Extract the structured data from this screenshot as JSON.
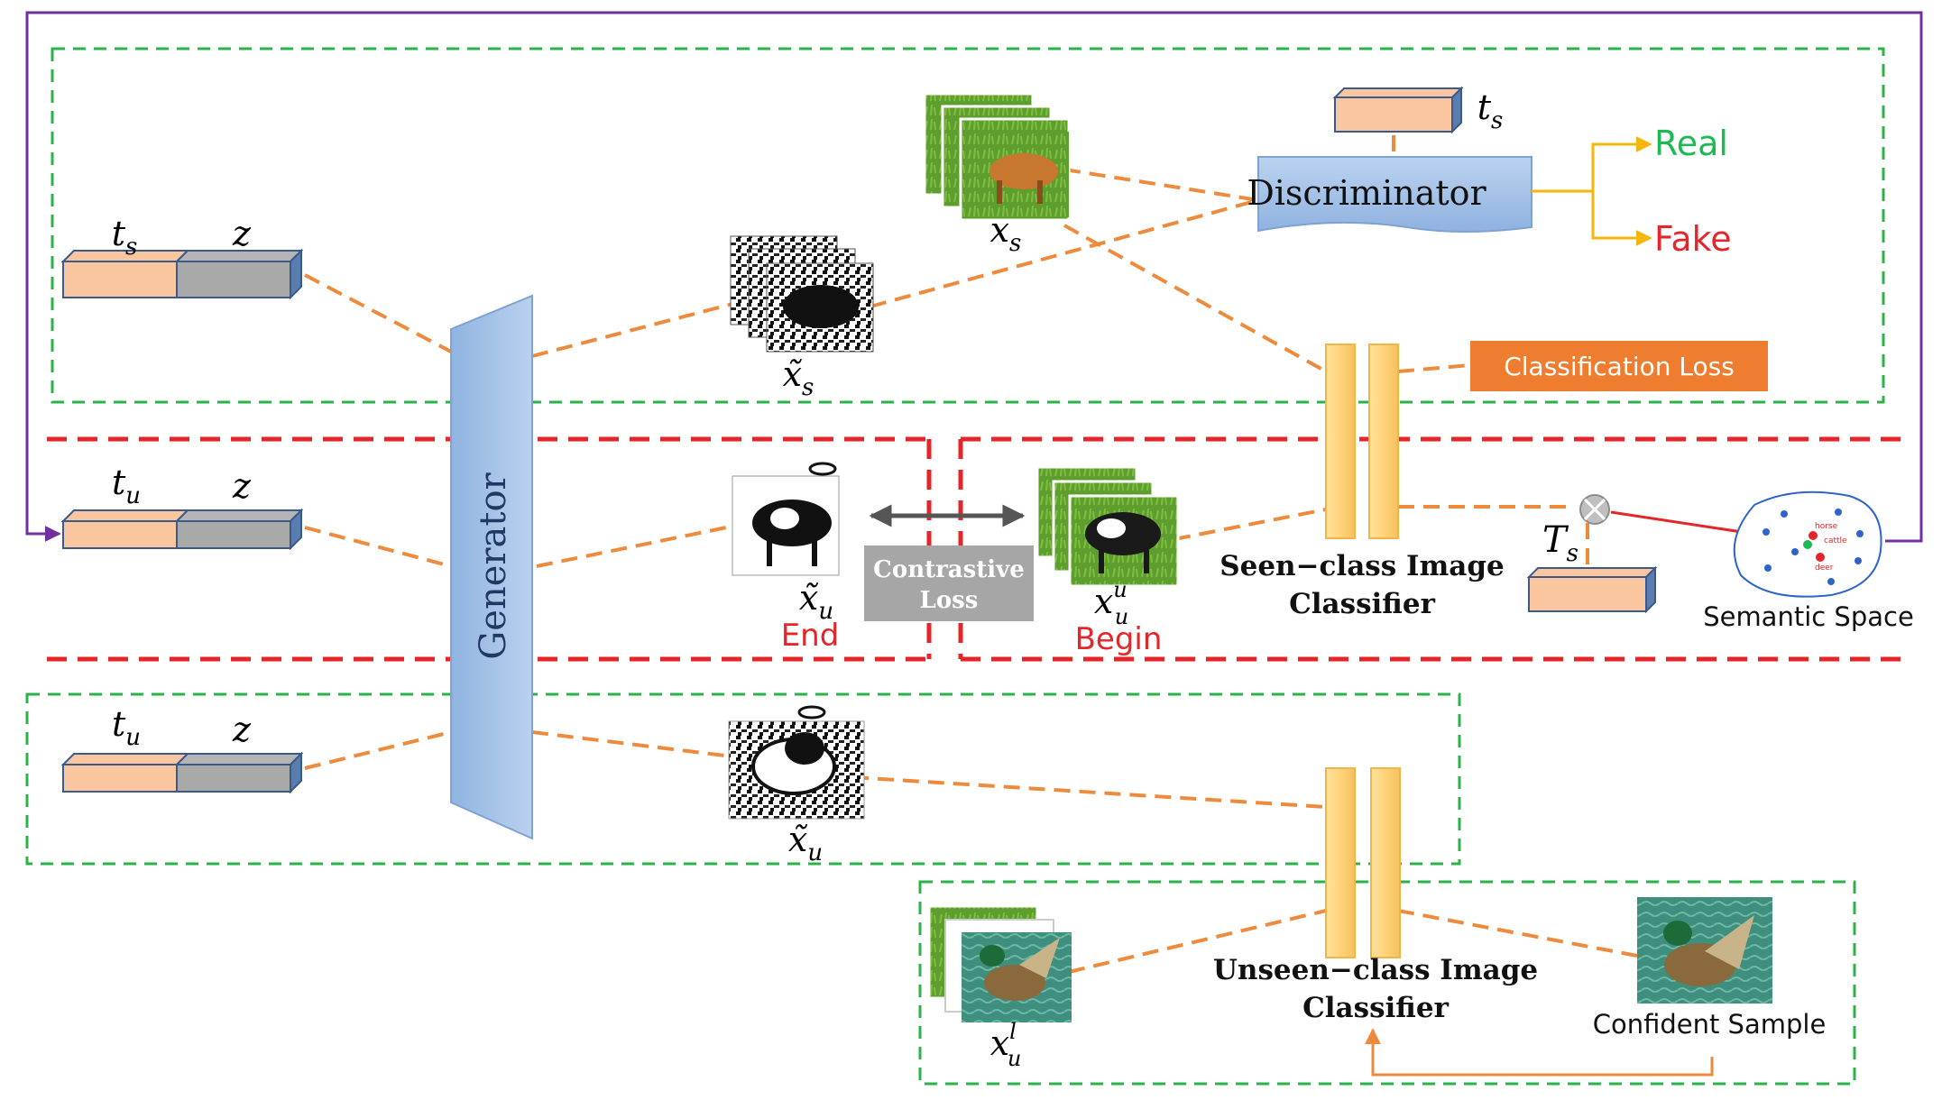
{
  "generator_label": "Generator",
  "discriminator_label": "Discriminator",
  "outputs": {
    "real": "Real",
    "fake": "Fake"
  },
  "classification_loss": "Classification Loss",
  "contrastive_loss": [
    "Contrastive",
    "Loss"
  ],
  "end_label": "End",
  "begin_label": "Begin",
  "seen_classifier": [
    "Seen−class Image",
    "Classifier"
  ],
  "unseen_classifier": [
    "Unseen−class Image",
    "Classifier"
  ],
  "semantic_space": "Semantic Space",
  "semantic_points": [
    "horse",
    "cattle",
    "deer"
  ],
  "confident_sample": "Confident Sample",
  "inputs": {
    "row1": {
      "t": "t",
      "t_sub": "s",
      "z": "z"
    },
    "row2": {
      "t": "t",
      "t_sub": "u",
      "z": "z"
    },
    "row3": {
      "t": "t",
      "t_sub": "u",
      "z": "z"
    }
  },
  "math": {
    "ts_top": {
      "base": "t",
      "sub": "s"
    },
    "xs": {
      "base": "x",
      "sub": "s"
    },
    "xs_tilde": {
      "base": "x̃",
      "sub": "s"
    },
    "xu_tilde_mid": {
      "base": "x̃",
      "sub": "u"
    },
    "xu_u": {
      "base": "x",
      "sub": "u",
      "sup": "u"
    },
    "Ts": {
      "base": "T",
      "sub": "s"
    },
    "xu_tilde_bottom": {
      "base": "x̃",
      "sub": "u"
    },
    "xu_l": {
      "base": "x",
      "sub": "u",
      "sup": "l"
    }
  },
  "colors": {
    "orange_dash": "#EE8A3C",
    "green_dash": "#2BB34A",
    "red_dash": "#E4252A",
    "purple_line": "#7030A0",
    "real_green": "#1DB954",
    "fake_red": "#E4252A",
    "loss_orange": "#EE7D30",
    "gray_box": "#A6A6A6",
    "classifier_yellow": "#FFD37A",
    "semantic_blue": "#2E64C8"
  }
}
